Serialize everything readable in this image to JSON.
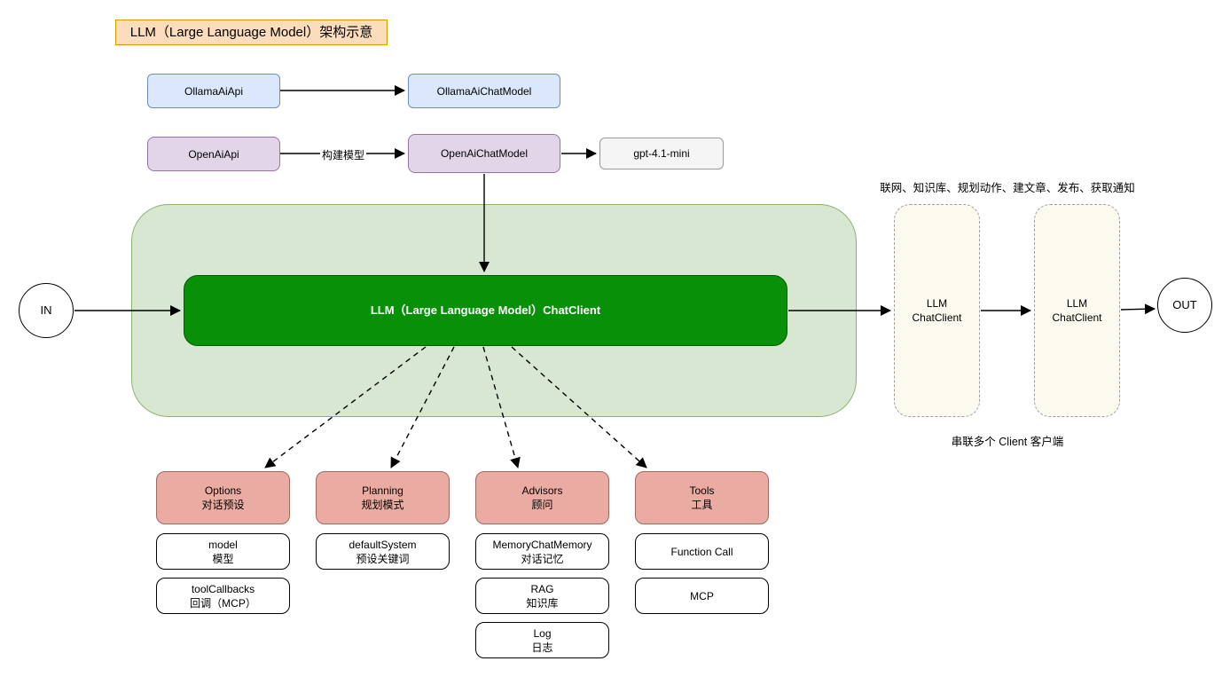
{
  "title": "LLM（Large Language Model）架构示意",
  "colors": {
    "title_fill": "#fbddbb",
    "title_border": "#d79b00",
    "blue_fill": "#dbe8fc",
    "blue_border": "#6c8ebf",
    "purple_fill": "#e2d5e7",
    "purple_border": "#9673a6",
    "gray_fill": "#f5f5f5",
    "green_container_fill": "#d8e7d2",
    "green_container_border": "#8cb46e",
    "chat_client_fill": "#089108",
    "chat_client_text": "#ffffff",
    "dashed_client_fill": "#fcf9ee",
    "pink_fill": "#eaaba2",
    "pink_border": "#9e6a61"
  },
  "model_flow": {
    "ollama_api": "OllamaAiApi",
    "ollama_chat_model": "OllamaAiChatModel",
    "openai_api": "OpenAiApi",
    "openai_chat_model": "OpenAiChatModel",
    "gpt_model": "gpt-4.1-mini",
    "build_model_label": "构建模型"
  },
  "core": {
    "chat_client": "LLM（Large Language Model）ChatClient",
    "in": "IN",
    "out": "OUT"
  },
  "client_chain": {
    "top_caption": "联网、知识库、规划动作、建文章、发布、获取通知",
    "bottom_caption": "串联多个 Client 客户端",
    "clients": [
      {
        "line1": "LLM",
        "line2": "ChatClient"
      },
      {
        "line1": "LLM",
        "line2": "ChatClient"
      }
    ]
  },
  "categories": [
    {
      "en": "Options",
      "zh": "对话预设"
    },
    {
      "en": "Planning",
      "zh": "规划模式"
    },
    {
      "en": "Advisors",
      "zh": "顾问"
    },
    {
      "en": "Tools",
      "zh": "工具"
    }
  ],
  "items": {
    "options": [
      {
        "en": "model",
        "zh": "模型"
      },
      {
        "en": "toolCallbacks",
        "zh": "回调（MCP）"
      }
    ],
    "planning": [
      {
        "en": "defaultSystem",
        "zh": "预设关键词"
      }
    ],
    "advisors": [
      {
        "en": "MemoryChatMemory",
        "zh": "对话记忆"
      },
      {
        "en": "RAG",
        "zh": "知识库"
      },
      {
        "en": "Log",
        "zh": "日志"
      }
    ],
    "tools": [
      {
        "en": "Function Call"
      },
      {
        "en": "MCP"
      }
    ]
  }
}
